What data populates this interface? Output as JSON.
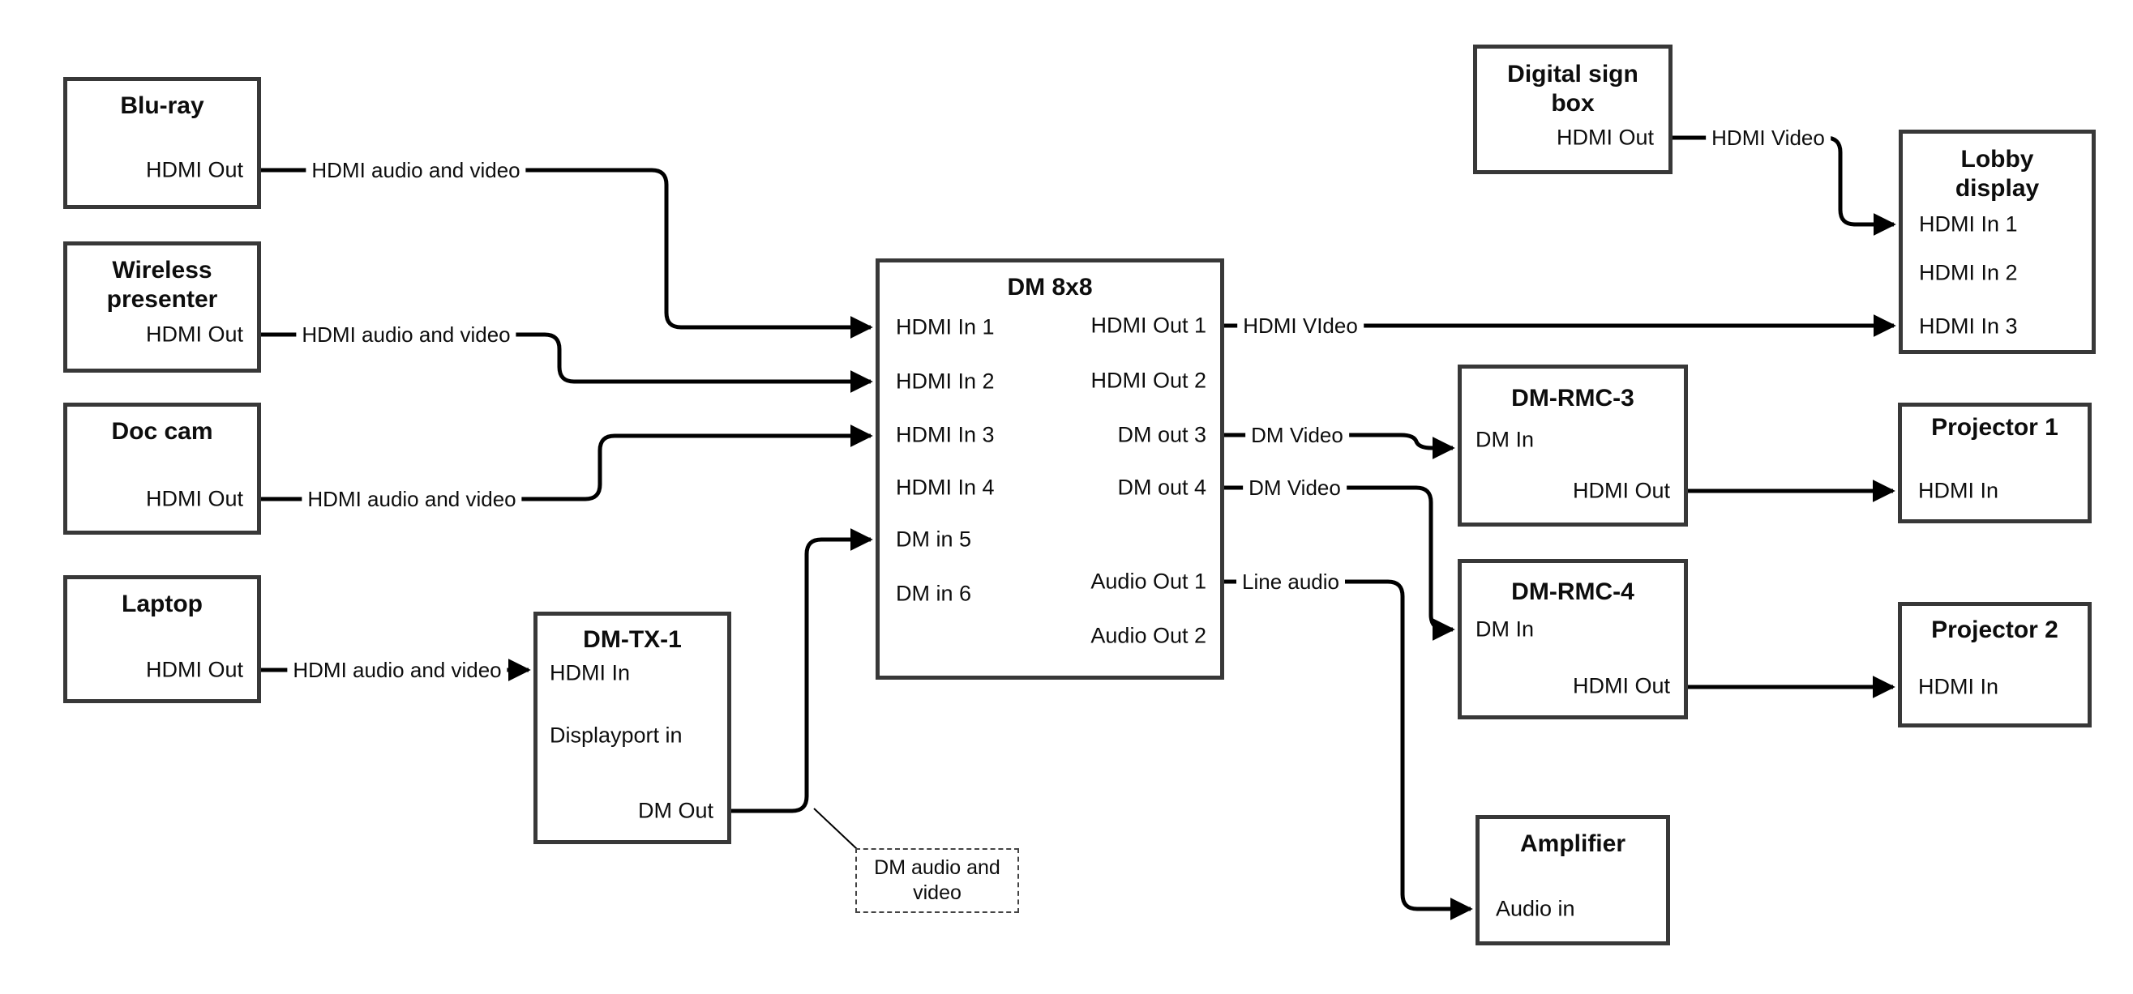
{
  "diagram": {
    "nodes": {
      "bluray": {
        "title": "Blu-ray",
        "ports": {
          "hdmi_out": "HDMI Out"
        }
      },
      "wireless": {
        "title": "Wireless presenter",
        "ports": {
          "hdmi_out": "HDMI Out"
        }
      },
      "doccam": {
        "title": "Doc cam",
        "ports": {
          "hdmi_out": "HDMI Out"
        }
      },
      "laptop": {
        "title": "Laptop",
        "ports": {
          "hdmi_out": "HDMI Out"
        }
      },
      "dmtx1": {
        "title": "DM-TX-1",
        "ports": {
          "hdmi_in": "HDMI In",
          "dp_in": "Displayport in",
          "dm_out": "DM Out"
        }
      },
      "dm8x8": {
        "title": "DM 8x8",
        "ports": {
          "in1": "HDMI In 1",
          "in2": "HDMI In 2",
          "in3": "HDMI In 3",
          "in4": "HDMI In 4",
          "in5": "DM in 5",
          "in6": "DM in 6",
          "out1": "HDMI Out 1",
          "out2": "HDMI Out 2",
          "out3": "DM out 3",
          "out4": "DM out 4",
          "aout1": "Audio Out 1",
          "aout2": "Audio Out 2"
        }
      },
      "digitalsign": {
        "title": "Digital sign box",
        "ports": {
          "hdmi_out": "HDMI Out"
        }
      },
      "lobby": {
        "title": "Lobby display",
        "ports": {
          "in1": "HDMI In 1",
          "in2": "HDMI In 2",
          "in3": "HDMI In 3"
        }
      },
      "dmrmc3": {
        "title": "DM-RMC-3",
        "ports": {
          "dm_in": "DM In",
          "hdmi_out": "HDMI Out"
        }
      },
      "projector1": {
        "title": "Projector 1",
        "ports": {
          "hdmi_in": "HDMI In"
        }
      },
      "dmrmc4": {
        "title": "DM-RMC-4",
        "ports": {
          "dm_in": "DM In",
          "hdmi_out": "HDMI Out"
        }
      },
      "projector2": {
        "title": "Projector 2",
        "ports": {
          "hdmi_in": "HDMI In"
        }
      },
      "amplifier": {
        "title": "Amplifier",
        "ports": {
          "audio_in": "Audio in"
        }
      }
    },
    "edge_labels": {
      "bluray_out": "HDMI audio and video",
      "wireless_out": "HDMI audio and video",
      "doccam_out": "HDMI audio and video",
      "laptop_out": "HDMI audio and video",
      "hdmi_out1": "HDMI VIdeo",
      "dm_out3": "DM Video",
      "dm_out4": "DM Video",
      "audio_out1": "Line audio",
      "digitalsign_out": "HDMI Video"
    },
    "callout": {
      "text": "DM audio and video"
    },
    "colors": {
      "wire": "#000000",
      "box_border": "#383838",
      "background": "#ffffff"
    }
  }
}
